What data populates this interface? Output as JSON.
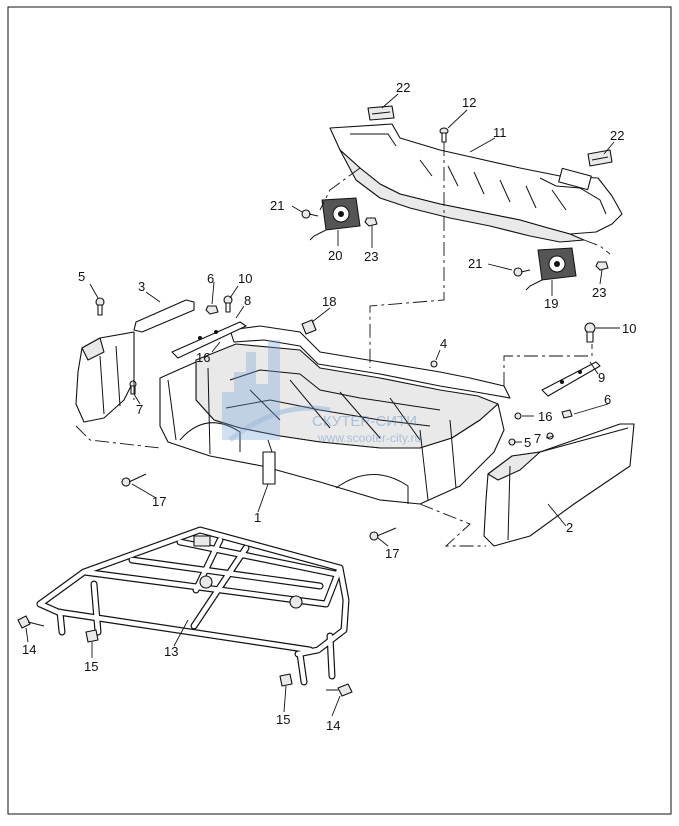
{
  "diagram": {
    "callouts": [
      {
        "id": "c22a",
        "text": "22"
      },
      {
        "id": "c12",
        "text": "12"
      },
      {
        "id": "c11",
        "text": "11"
      },
      {
        "id": "c22b",
        "text": "22"
      },
      {
        "id": "c21a",
        "text": "21"
      },
      {
        "id": "c20",
        "text": "20"
      },
      {
        "id": "c23a",
        "text": "23"
      },
      {
        "id": "c21b",
        "text": "21"
      },
      {
        "id": "c19",
        "text": "19"
      },
      {
        "id": "c23b",
        "text": "23"
      },
      {
        "id": "c5a",
        "text": "5"
      },
      {
        "id": "c3",
        "text": "3"
      },
      {
        "id": "c6a",
        "text": "6"
      },
      {
        "id": "c10a",
        "text": "10"
      },
      {
        "id": "c8",
        "text": "8"
      },
      {
        "id": "c18",
        "text": "18"
      },
      {
        "id": "c16a",
        "text": "16"
      },
      {
        "id": "c7a",
        "text": "7"
      },
      {
        "id": "c4",
        "text": "4"
      },
      {
        "id": "c10b",
        "text": "10"
      },
      {
        "id": "c9",
        "text": "9"
      },
      {
        "id": "c16b",
        "text": "16"
      },
      {
        "id": "c6b",
        "text": "6"
      },
      {
        "id": "c7b",
        "text": "7"
      },
      {
        "id": "c5b",
        "text": "5"
      },
      {
        "id": "c17a",
        "text": "17"
      },
      {
        "id": "c1",
        "text": "1"
      },
      {
        "id": "c2",
        "text": "2"
      },
      {
        "id": "c17b",
        "text": "17"
      },
      {
        "id": "c14a",
        "text": "14"
      },
      {
        "id": "c15a",
        "text": "15"
      },
      {
        "id": "c13",
        "text": "13"
      },
      {
        "id": "c15b",
        "text": "15"
      },
      {
        "id": "c14b",
        "text": "14"
      }
    ],
    "watermark": {
      "line1": "СКУТЕР-СИТИ",
      "line2": "www.scooter-city.ru",
      "color": "#5b8fc7"
    }
  }
}
